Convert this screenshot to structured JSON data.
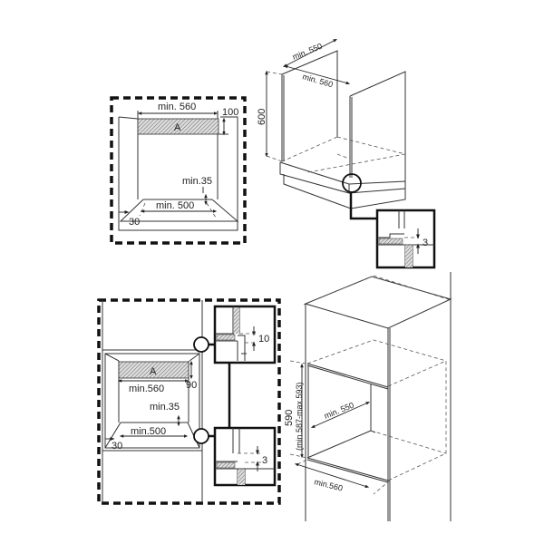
{
  "panel_under_counter_front": {
    "width_label": "min. 560",
    "height_label": "100",
    "zone_label": "A",
    "gap_label": "min.35",
    "floor_label": "min. 500",
    "side_label": "30"
  },
  "panel_under_counter_cabinet": {
    "depth_label": "min. 550",
    "width_label": "min. 560",
    "height_label": "600",
    "detail_gap_label": "3"
  },
  "panel_tall_front": {
    "width_label": "min.560",
    "height_label": "90",
    "zone_label": "A",
    "gap_label": "min.35",
    "floor_label": "min.500",
    "side_label": "30",
    "detail_top_gap_label": "10",
    "detail_bottom_gap_label": "3"
  },
  "panel_tall_cabinet": {
    "height_label": "590",
    "height_range_label": "(min.587-max.593)",
    "depth_label": "min. 550",
    "width_label": "min.560"
  }
}
